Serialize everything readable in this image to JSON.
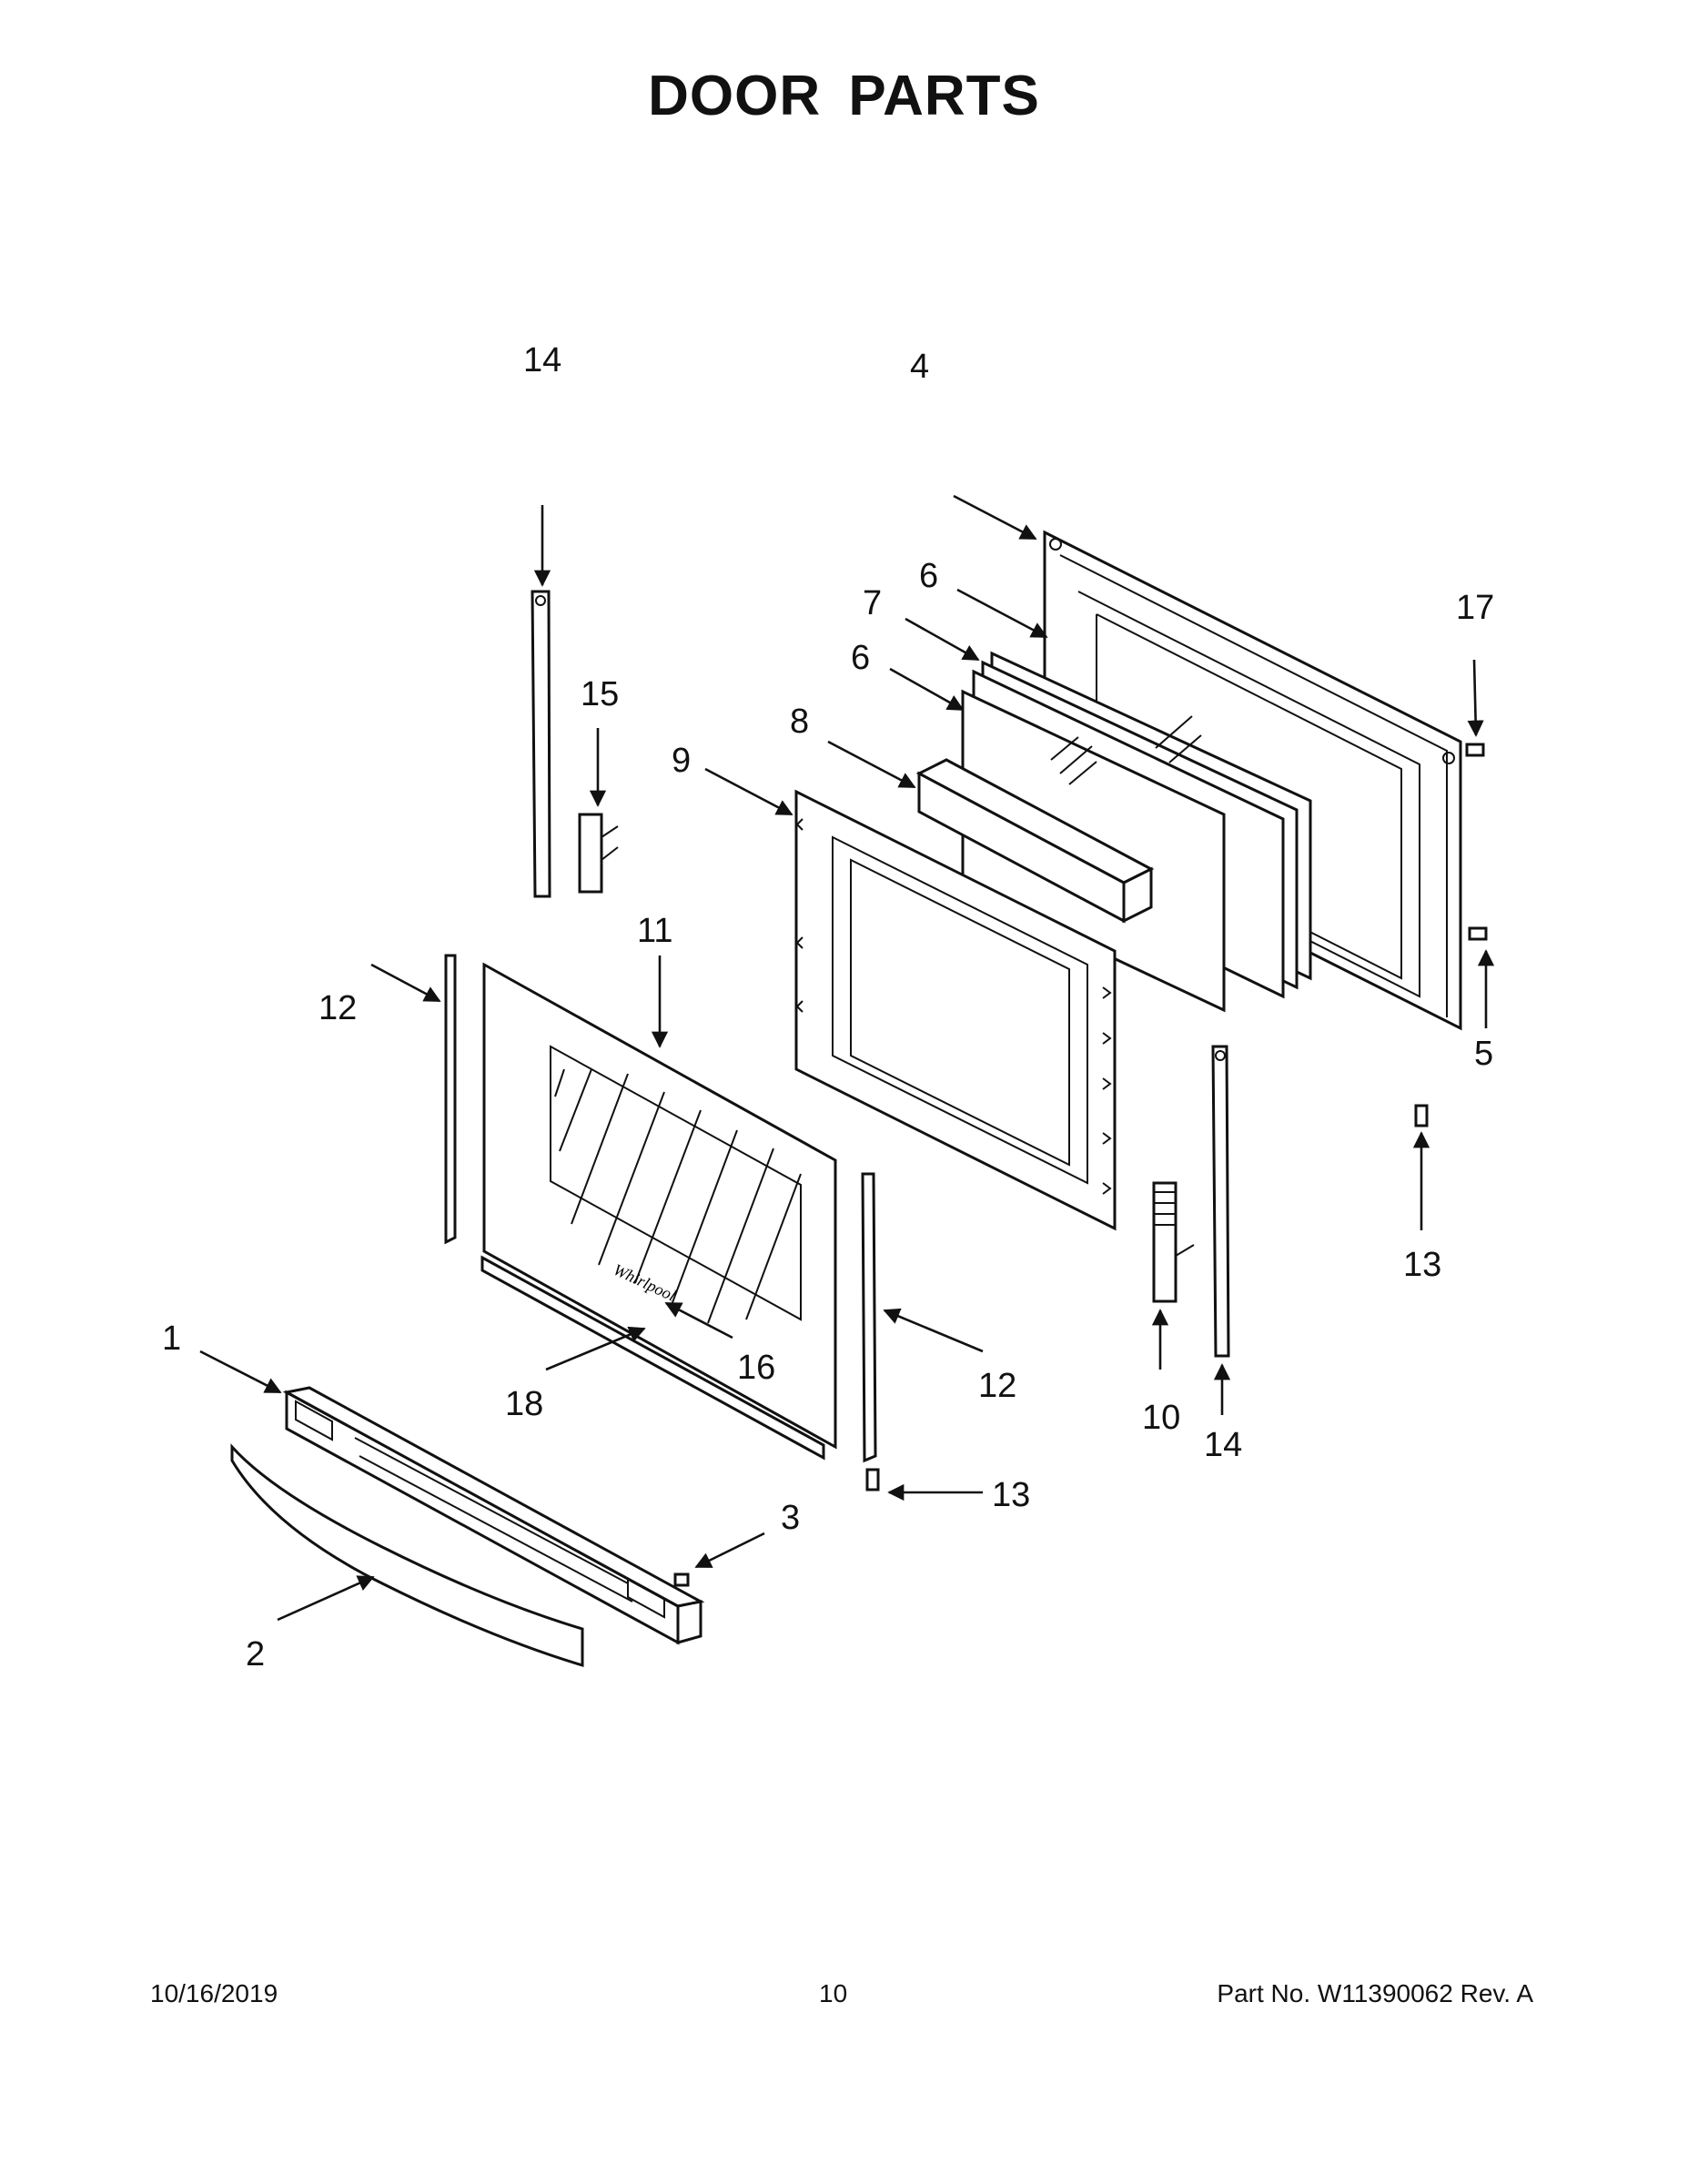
{
  "title": "DOOR PARTS",
  "footer": {
    "date": "10/16/2019",
    "page": "10",
    "part": "Part No.  W11390062  Rev.  A"
  },
  "logo_text": "Whirlpool",
  "callouts": {
    "c1": "1",
    "c2": "2",
    "c3": "3",
    "c4": "4",
    "c5": "5",
    "c6a": "6",
    "c6b": "6",
    "c7": "7",
    "c8": "8",
    "c9": "9",
    "c10": "10",
    "c11": "11",
    "c12a": "12",
    "c12b": "12",
    "c13a": "13",
    "c13b": "13",
    "c14a": "14",
    "c14b": "14",
    "c15": "15",
    "c16": "16",
    "c17": "17",
    "c18": "18"
  }
}
